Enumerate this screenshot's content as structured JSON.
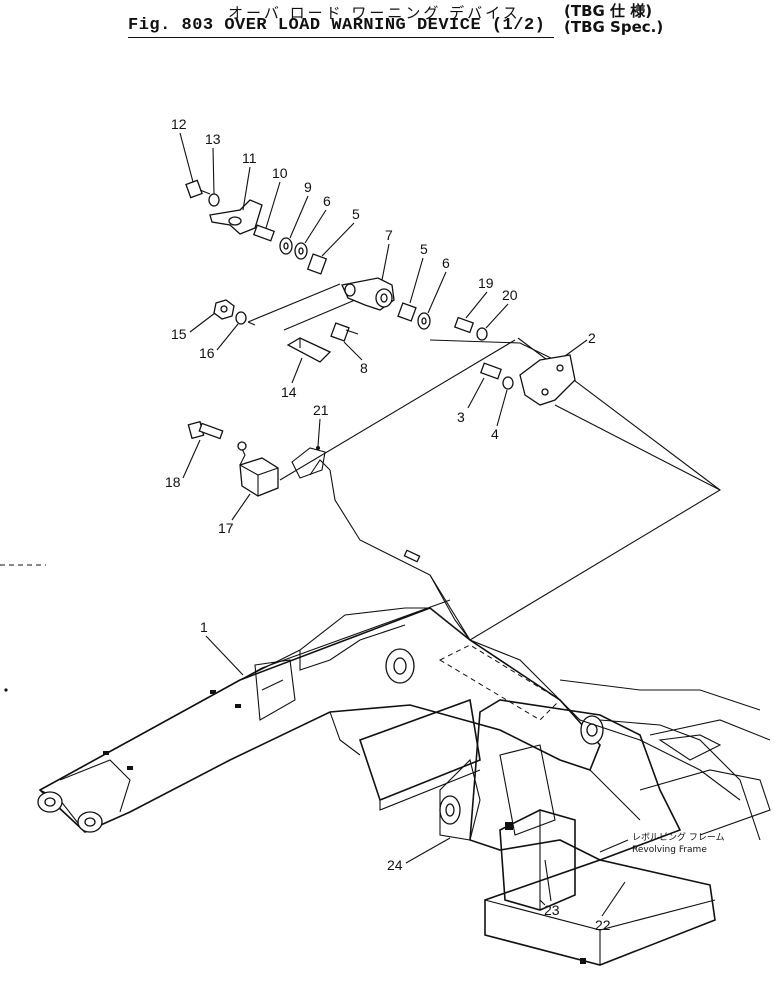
{
  "header": {
    "title_jp": "オーバ ロード ワーニング デバイス",
    "title_en": "Fig. 803  OVER LOAD WARNING DEVICE (1/2)",
    "spec_jp": "(TBG 仕 様)",
    "spec_en": "(TBG Spec.)"
  },
  "frame_label": {
    "jp": "レボルビング フレーム",
    "en": "Revolving Frame"
  },
  "parts": [
    {
      "id": "p12",
      "label": "12"
    },
    {
      "id": "p13",
      "label": "13"
    },
    {
      "id": "p11",
      "label": "11"
    },
    {
      "id": "p10",
      "label": "10"
    },
    {
      "id": "p9",
      "label": "9"
    },
    {
      "id": "p6a",
      "label": "6"
    },
    {
      "id": "p5a",
      "label": "5"
    },
    {
      "id": "p7",
      "label": "7"
    },
    {
      "id": "p5b",
      "label": "5"
    },
    {
      "id": "p6b",
      "label": "6"
    },
    {
      "id": "p19",
      "label": "19"
    },
    {
      "id": "p20",
      "label": "20"
    },
    {
      "id": "p2",
      "label": "2"
    },
    {
      "id": "p15",
      "label": "15"
    },
    {
      "id": "p16",
      "label": "16"
    },
    {
      "id": "p14",
      "label": "14"
    },
    {
      "id": "p8",
      "label": "8"
    },
    {
      "id": "p3",
      "label": "3"
    },
    {
      "id": "p4",
      "label": "4"
    },
    {
      "id": "p21",
      "label": "21"
    },
    {
      "id": "p18",
      "label": "18"
    },
    {
      "id": "p17",
      "label": "17"
    },
    {
      "id": "p1",
      "label": "1"
    },
    {
      "id": "p24",
      "label": "24"
    },
    {
      "id": "p23",
      "label": "23"
    },
    {
      "id": "p22",
      "label": "22"
    }
  ]
}
